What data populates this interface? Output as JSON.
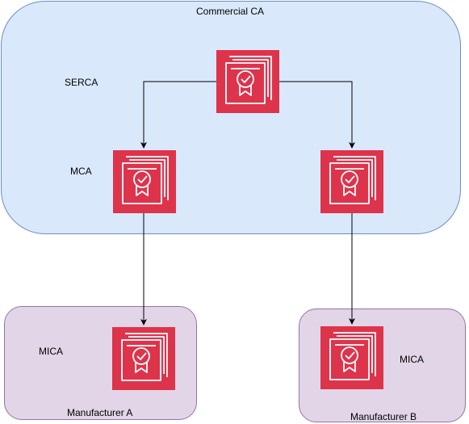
{
  "groups": {
    "commercial_ca": {
      "label": "Commercial CA",
      "fill": "#dae8fc",
      "stroke": "#6c8ebf"
    },
    "manufacturer_a": {
      "label": "Manufacturer A",
      "fill": "#e1d5e7",
      "stroke": "#9673a6"
    },
    "manufacturer_b": {
      "label": "Manufacturer B",
      "fill": "#e1d5e7",
      "stroke": "#9673a6"
    }
  },
  "nodes": {
    "serca": {
      "label": "SERCA",
      "icon": "certificate-manager-icon"
    },
    "mca_left": {
      "label": "MCA",
      "icon": "certificate-manager-icon"
    },
    "mca_right": {
      "label": "",
      "icon": "certificate-manager-icon"
    },
    "mica_a": {
      "label": "MICA",
      "icon": "certificate-manager-icon"
    },
    "mica_b": {
      "label": "MICA",
      "icon": "certificate-manager-icon"
    }
  },
  "edges": [
    {
      "from": "serca",
      "to": "mca_left"
    },
    {
      "from": "serca",
      "to": "mca_right"
    },
    {
      "from": "mca_left",
      "to": "mica_a"
    },
    {
      "from": "mca_right",
      "to": "mica_b"
    }
  ],
  "colors": {
    "icon_bg": "#dd344c",
    "icon_line": "#ffffff",
    "edge": "#000000"
  }
}
